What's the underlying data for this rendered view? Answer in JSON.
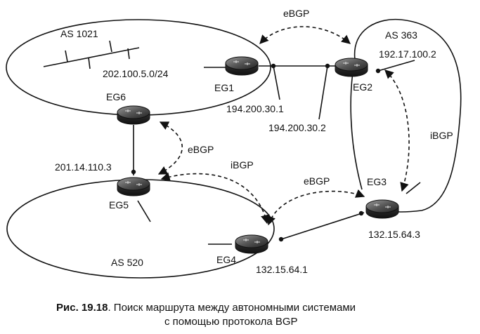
{
  "diagram": {
    "as_labels": {
      "as1021": "AS 1021",
      "as363": "AS 363",
      "as520": "AS 520"
    },
    "routers": {
      "eg1": "EG1",
      "eg2": "EG2",
      "eg3": "EG3",
      "eg4": "EG4",
      "eg5": "EG5",
      "eg6": "EG6"
    },
    "addresses": {
      "net_202": "202.100.5.0/24",
      "ip_192": "192.17.100.2",
      "ip_194_1": "194.200.30.1",
      "ip_194_2": "194.200.30.2",
      "ip_201": "201.14.110.3",
      "ip_132_3": "132.15.64.3",
      "ip_132_1": "132.15.64.1"
    },
    "links": {
      "ebgp_top": "eBGP",
      "ebgp_mid": "eBGP",
      "ebgp_right": "eBGP",
      "ibgp_right": "iBGP",
      "ibgp_mid": "iBGP"
    }
  },
  "caption": {
    "fig_number": "Рис. 19.18",
    "line1": ". Поиск маршрута между автономными системами",
    "line2": "с помощью протокола BGP"
  }
}
